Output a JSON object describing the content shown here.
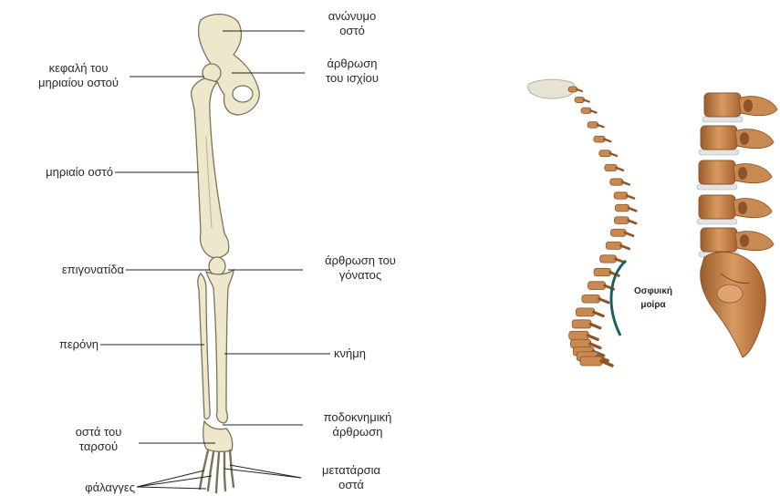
{
  "labels": {
    "hip_bone_1": "ανώνυμο",
    "hip_bone_2": "οστό",
    "femur_head_1": "κεφαλή του",
    "femur_head_2": "μηριαίου οστού",
    "hip_joint_1": "άρθρωση",
    "hip_joint_2": "του ισχίου",
    "femur": "μηριαίο οστό",
    "patella": "επιγονατίδα",
    "knee_joint_1": "άρθρωση του",
    "knee_joint_2": "γόνατος",
    "fibula": "περόνη",
    "tibia": "κνήμη",
    "ankle_joint_1": "ποδοκνημική",
    "ankle_joint_2": "άρθρωση",
    "tarsals_1": "οστά του",
    "tarsals_2": "ταρσού",
    "phalanges": "φάλαγγες",
    "metatarsals_1": "μετατάρσια",
    "metatarsals_2": "οστά",
    "lumbar_1": "Οσφυική",
    "lumbar_2": "μοίρα"
  },
  "colors": {
    "bone": "#ede8cc",
    "bone_outline": "#7a7358",
    "vertebra": "#c98a52",
    "vertebra_dark": "#8e5428",
    "disc": "#dfe4e4",
    "lumbar_arc": "#1f5f62",
    "leader": "#222222"
  }
}
